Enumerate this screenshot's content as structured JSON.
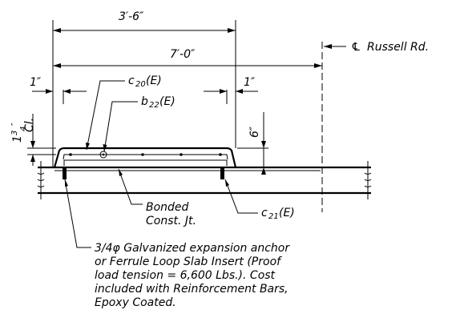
{
  "dimensions": {
    "top_width": "3′-6″",
    "overall_width": "7′-0″",
    "left_offset": "1″",
    "right_offset": "1″",
    "clearance_value": "1",
    "clearance_fraction": "3",
    "clearance_denominator": "4",
    "clearance_unit": "″",
    "clearance_label": "Cl.",
    "height": "6″"
  },
  "labels": {
    "centerline_symbol": "℄",
    "centerline_road": "Russell Rd.",
    "bar_c20_letter": "c",
    "bar_c20_number": "20",
    "bar_c20_suffix": "(E)",
    "bar_b22_letter": "b",
    "bar_b22_number": "22",
    "bar_b22_suffix": "(E)",
    "bar_c21_letter": "c",
    "bar_c21_number": "21",
    "bar_c21_suffix": "(E)",
    "bonded_line1": "Bonded",
    "bonded_line2": "Const. Jt."
  },
  "note": {
    "lines": [
      "3/4φ Galvanized expansion anchor",
      "or Ferrule Loop Slab Insert (Proof",
      "load tension = 6,600 Lbs.).  Cost",
      "included with Reinforcement Bars,",
      "Epoxy Coated."
    ]
  }
}
